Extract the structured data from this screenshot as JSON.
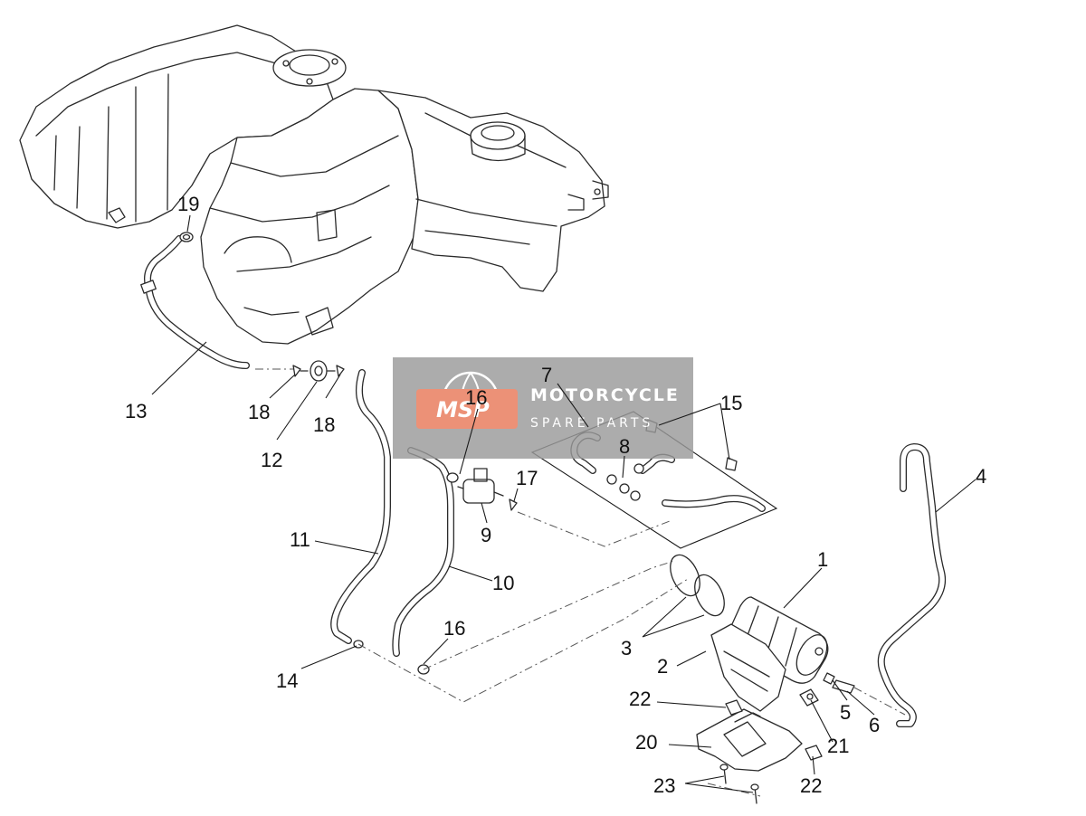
{
  "watermark": {
    "logo_text": "MSP",
    "line1": "MOTORCYCLE",
    "line2": "SPARE PARTS"
  },
  "callouts": {
    "c1": "1",
    "c2": "2",
    "c3": "3",
    "c4": "4",
    "c5": "5",
    "c6": "6",
    "c7": "7",
    "c8": "8",
    "c9": "9",
    "c10": "10",
    "c11": "11",
    "c12": "12",
    "c13": "13",
    "c14": "14",
    "c15": "15",
    "c16a": "16",
    "c16b": "16",
    "c17": "17",
    "c18a": "18",
    "c18b": "18",
    "c19": "19",
    "c20": "20",
    "c21": "21",
    "c22a": "22",
    "c22b": "22",
    "c23": "23"
  },
  "colors": {
    "watermark_box": "#9a9a9a",
    "watermark_logo": "#e87a5a",
    "line": "#2a2a2a"
  }
}
